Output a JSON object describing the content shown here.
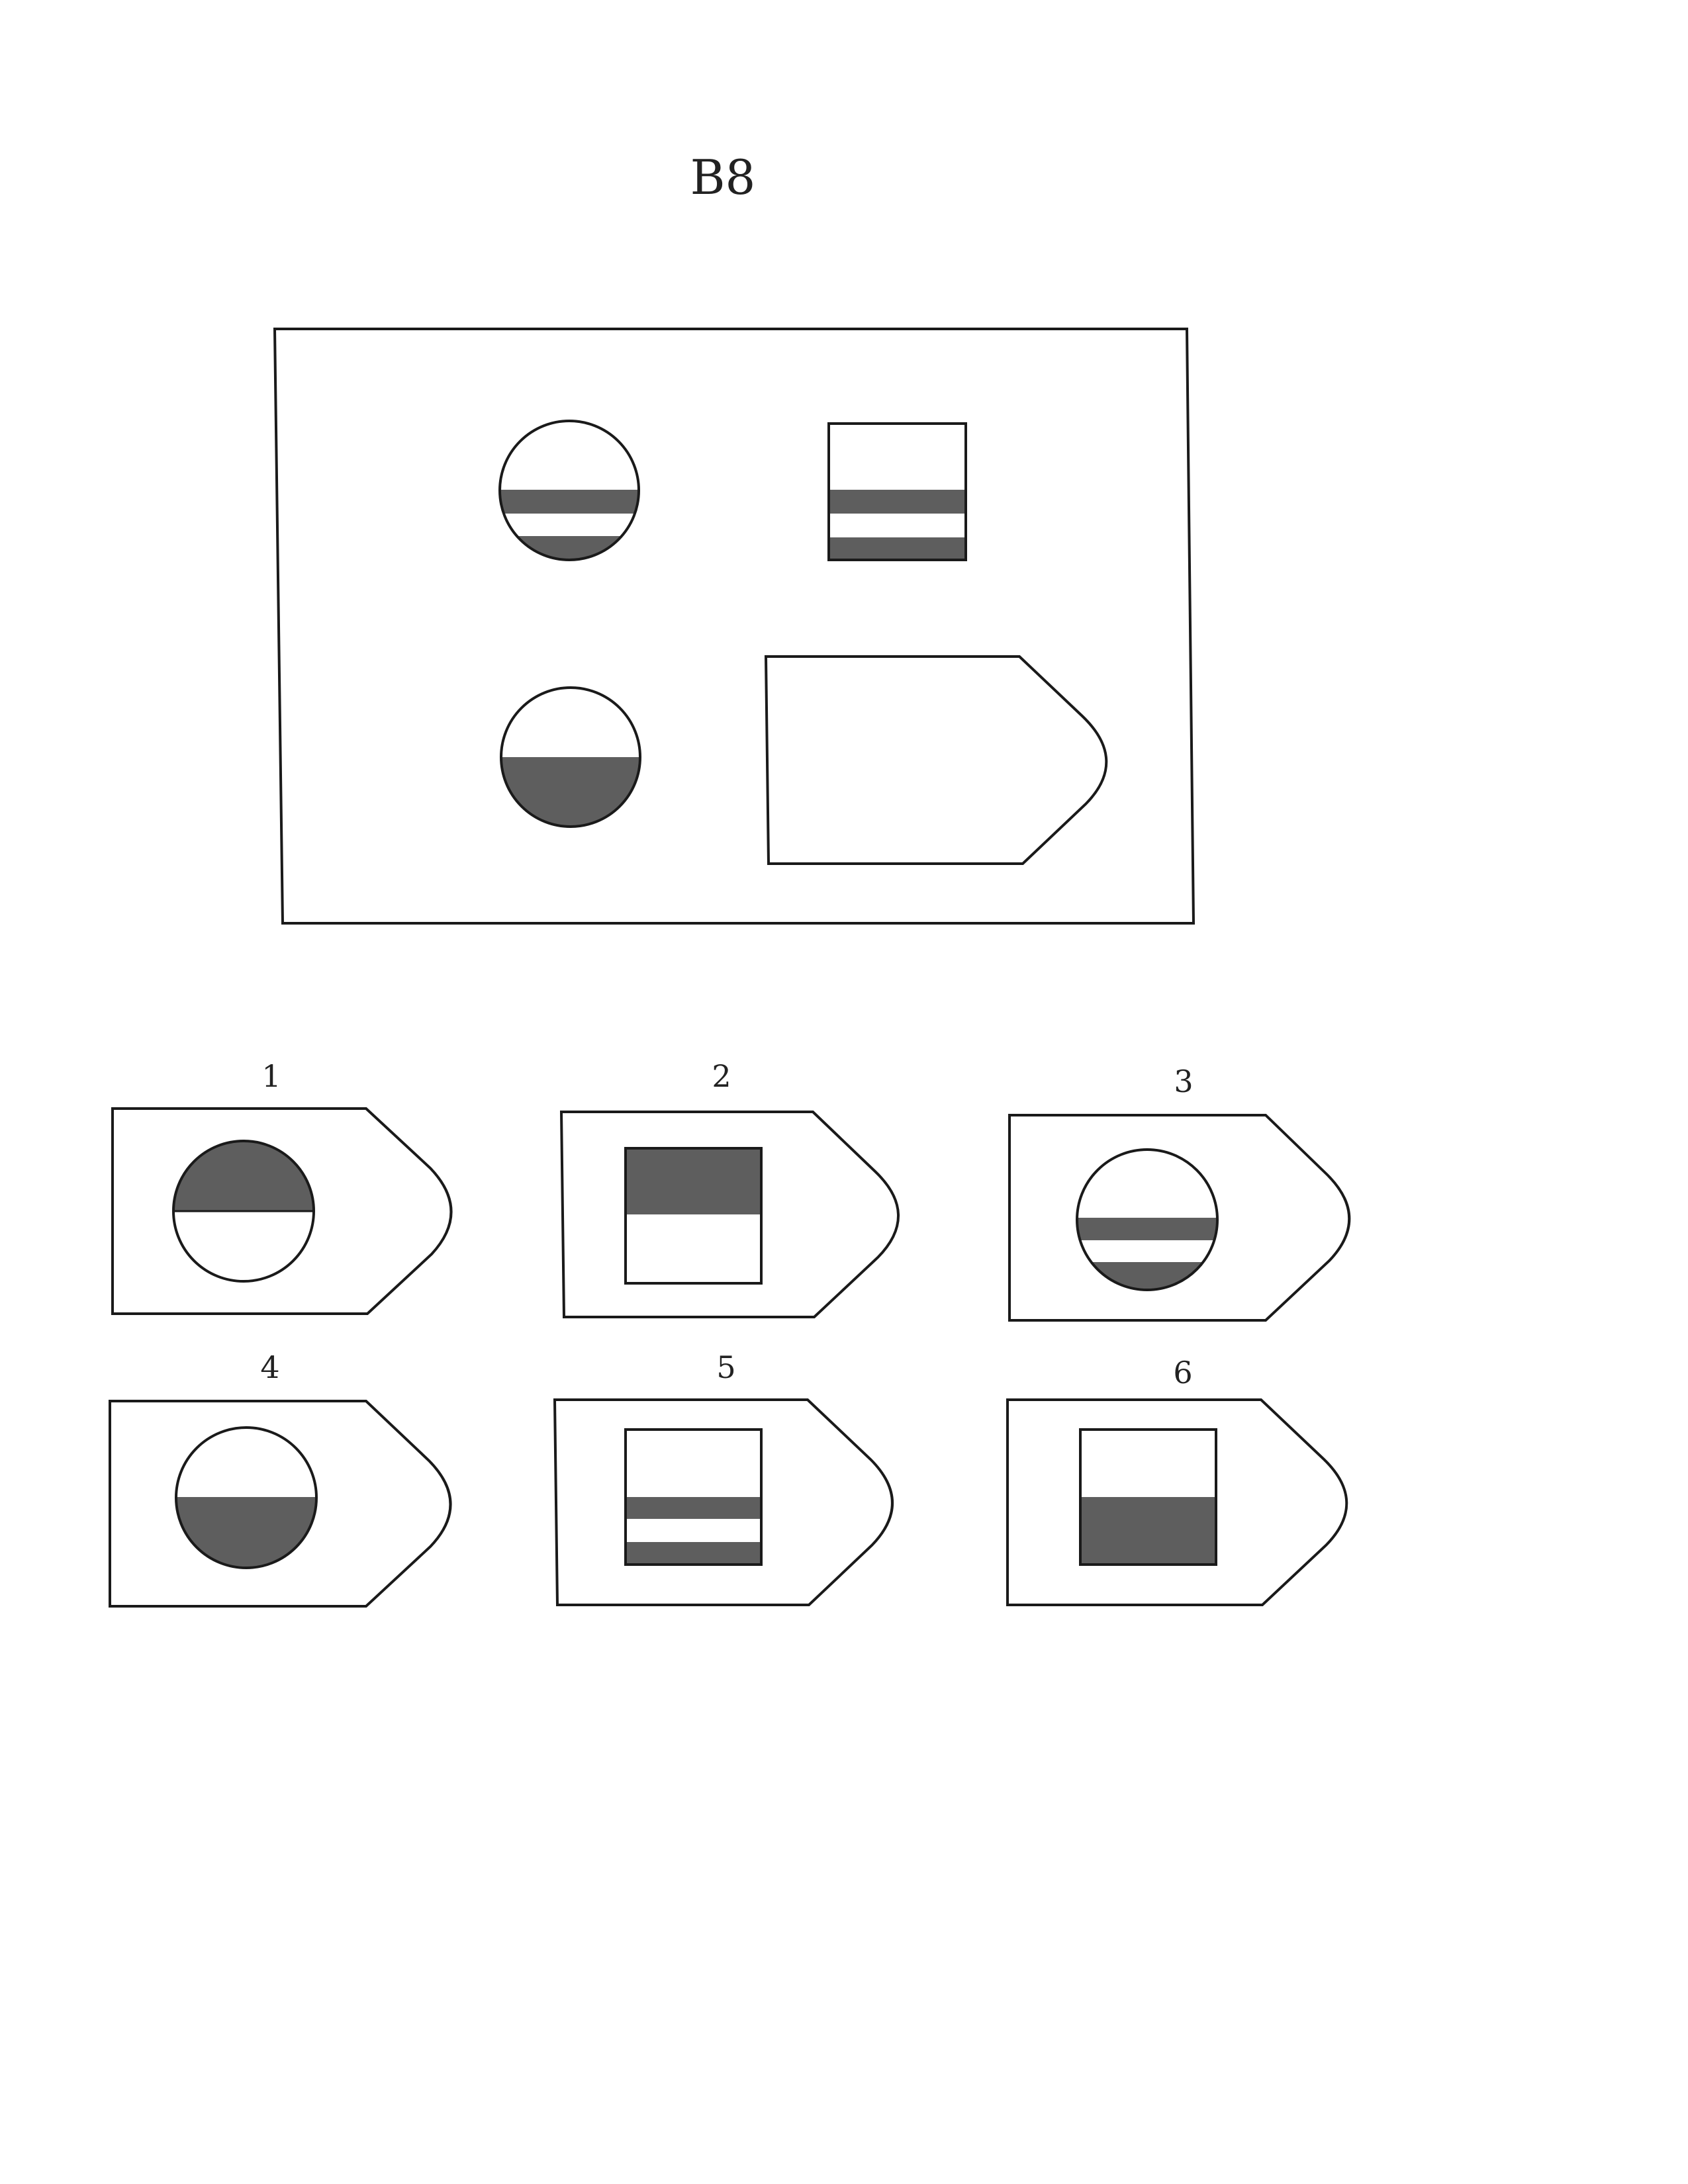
{
  "title": "B8",
  "colors": {
    "ink": "#1a1a1a",
    "fill": "#5e5e5e",
    "paper": "#ffffff"
  },
  "matrix": {
    "cells": [
      {
        "shape": "circle",
        "pattern": "two-bars"
      },
      {
        "shape": "square",
        "pattern": "two-bars"
      },
      {
        "shape": "circle",
        "pattern": "bottom-half"
      },
      {
        "shape": "pentagon-blank",
        "pattern": "missing"
      }
    ]
  },
  "options": [
    {
      "label": "1",
      "shape": "circle",
      "pattern": "top-half"
    },
    {
      "label": "2",
      "shape": "square",
      "pattern": "top-half"
    },
    {
      "label": "3",
      "shape": "circle",
      "pattern": "two-bars"
    },
    {
      "label": "4",
      "shape": "circle",
      "pattern": "bottom-half"
    },
    {
      "label": "5",
      "shape": "square",
      "pattern": "two-bars"
    },
    {
      "label": "6",
      "shape": "square",
      "pattern": "bottom-half"
    }
  ]
}
